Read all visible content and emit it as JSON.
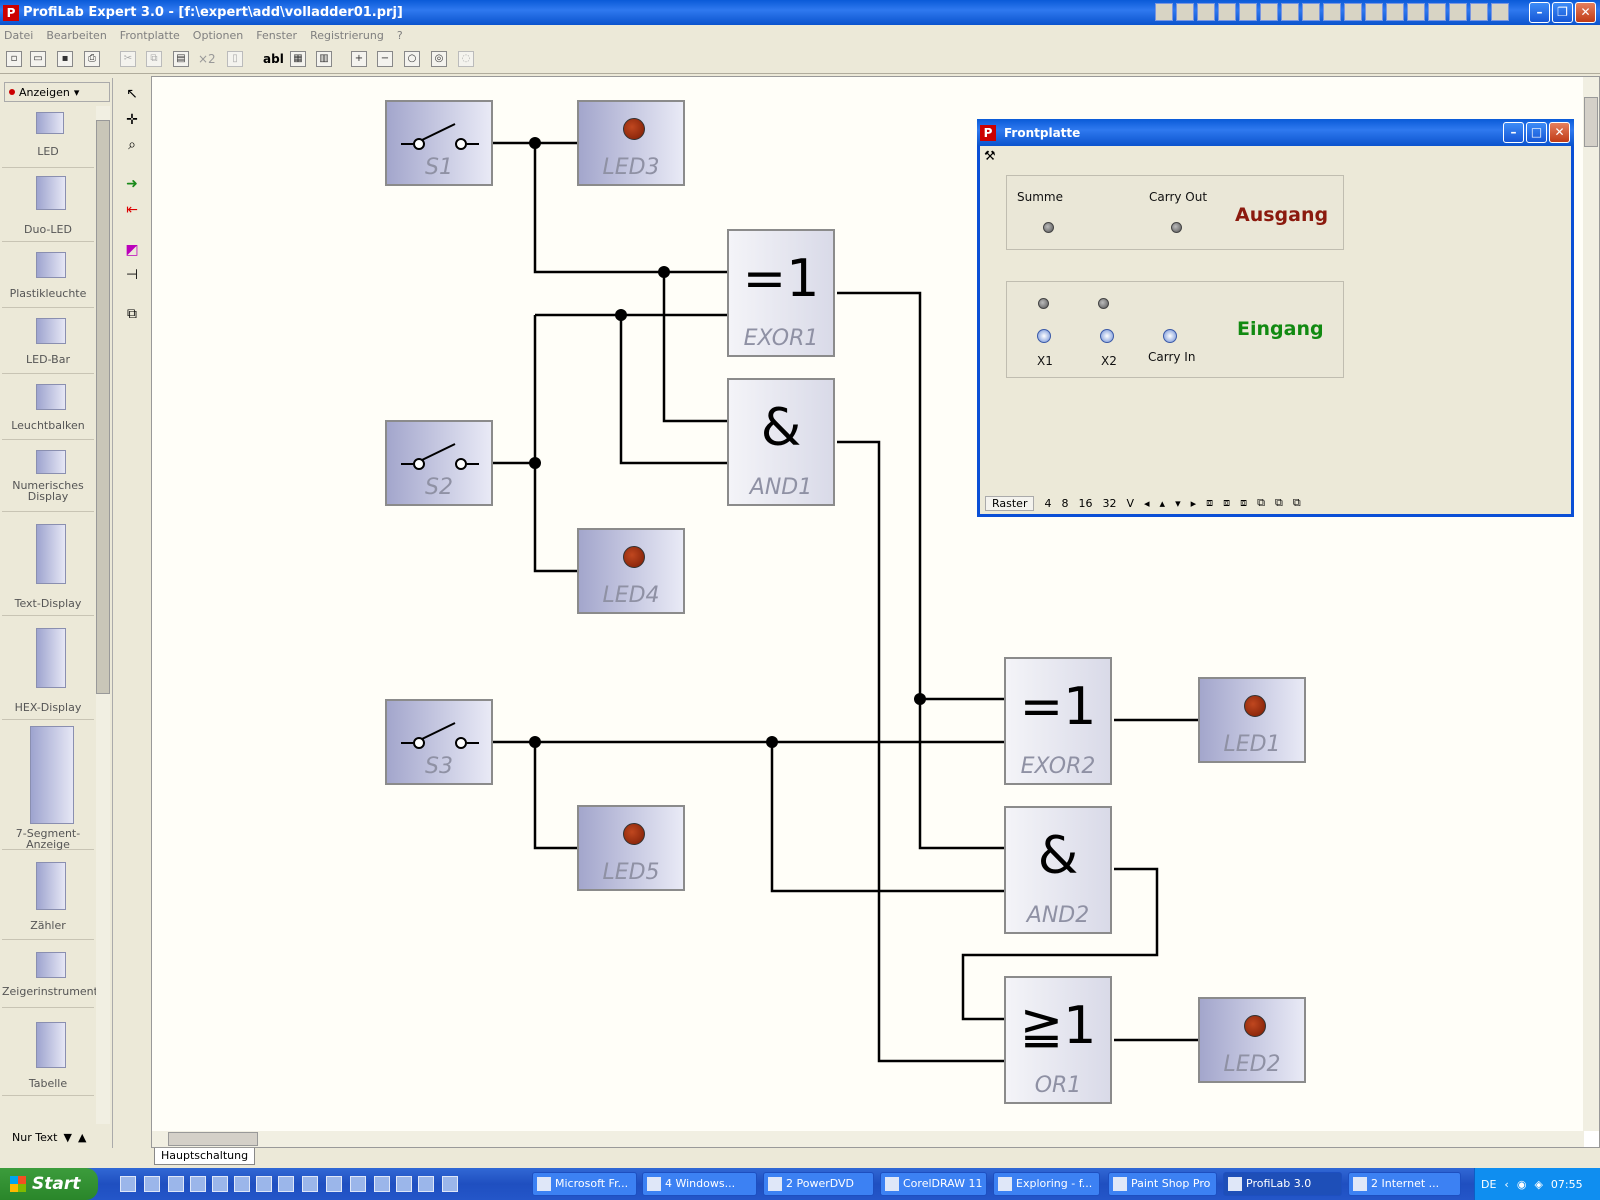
{
  "window": {
    "title": "ProfiLab Expert 3.0 - [f:\\expert\\add\\volladder01.prj]"
  },
  "menu": [
    "Datei",
    "Bearbeiten",
    "Frontplatte",
    "Optionen",
    "Fenster",
    "Registrierung",
    "?"
  ],
  "toolbar": {
    "text_tool": "abl",
    "copy_x2": "×2"
  },
  "palette": {
    "header": "Anzeigen",
    "items": [
      {
        "label": "LED",
        "icon": "LED0"
      },
      {
        "label": "Duo-LED",
        "icon": "DLED0"
      },
      {
        "label": "Plastikleuchte",
        "icon": "LAB"
      },
      {
        "label": "LED-Bar",
        "icon": "LB0"
      },
      {
        "label": "Leuchtbalken",
        "icon": "LB"
      },
      {
        "label": "Numerisches Display",
        "icon": "ND0"
      },
      {
        "label": "Text-Display",
        "icon": "TD0"
      },
      {
        "label": "HEX-Display",
        "icon": "HD0"
      },
      {
        "label": "7-Segment-Anzeige",
        "icon": "7Seg0"
      },
      {
        "label": "Zähler",
        "icon": "C00"
      },
      {
        "label": "Zeigerinstrument",
        "icon": "IM0"
      },
      {
        "label": "Tabelle",
        "icon": "TAB0"
      }
    ],
    "footer": "Nur Text"
  },
  "schematic": {
    "switches": [
      "S1",
      "S2",
      "S3"
    ],
    "leds": [
      "LED3",
      "LED4",
      "LED5",
      "LED1",
      "LED2"
    ],
    "gates": [
      {
        "name": "EXOR1",
        "symbol": "=1"
      },
      {
        "name": "AND1",
        "symbol": "&"
      },
      {
        "name": "EXOR2",
        "symbol": "=1"
      },
      {
        "name": "AND2",
        "symbol": "&"
      },
      {
        "name": "OR1",
        "symbol": "≧1"
      }
    ],
    "sheet_tab": "Hauptschaltung"
  },
  "frontplatte": {
    "title": "Frontplatte",
    "output": {
      "label": "Ausgang",
      "led1": "Summe",
      "led2": "Carry Out",
      "color": "#8b1a0e"
    },
    "input": {
      "label": "Eingang",
      "sw1": "X1",
      "sw2": "X2",
      "sw3": "Carry In",
      "color": "#118a11"
    },
    "status": {
      "raster": "Raster",
      "grid": [
        "4",
        "8",
        "16",
        "32",
        "V"
      ]
    }
  },
  "taskbar": {
    "start": "Start",
    "tasks": [
      "Microsoft Fr...",
      "4 Windows...",
      "2 PowerDVD",
      "CorelDRAW 11",
      "Exploring - f...",
      "Paint Shop Pro",
      "ProfiLab 3.0",
      "2 Internet ..."
    ],
    "lang": "DE",
    "clock": "07:55"
  }
}
